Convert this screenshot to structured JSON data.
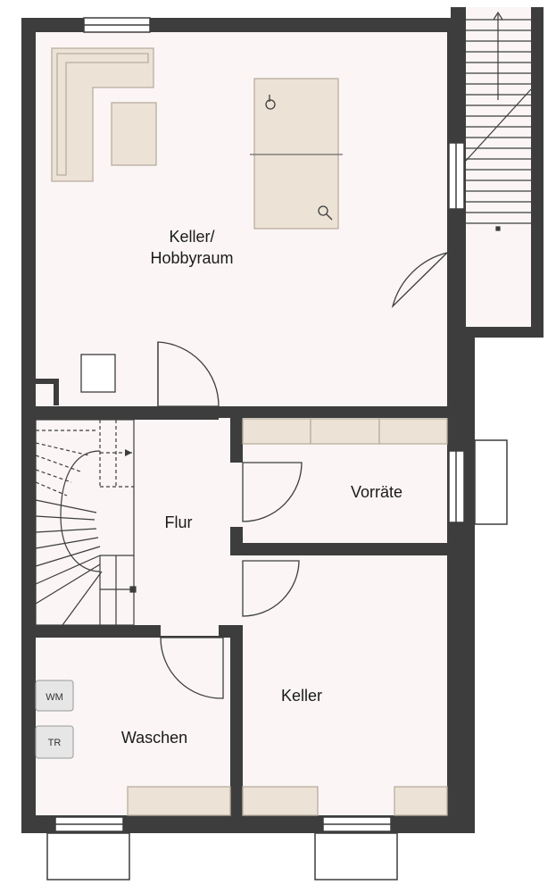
{
  "rooms": {
    "hobby_line1": "Keller/",
    "hobby_line2": "Hobbyraum",
    "flur": "Flur",
    "vorraete": "Vorräte",
    "keller": "Keller",
    "waschen": "Waschen"
  },
  "appliances": {
    "washer": "WM",
    "dryer": "TR"
  },
  "colors": {
    "wall": "#3d3d3d",
    "floor": "#fbf5f5",
    "furniture": "#ece2d6",
    "furniture_stroke": "#b9ad9e"
  }
}
